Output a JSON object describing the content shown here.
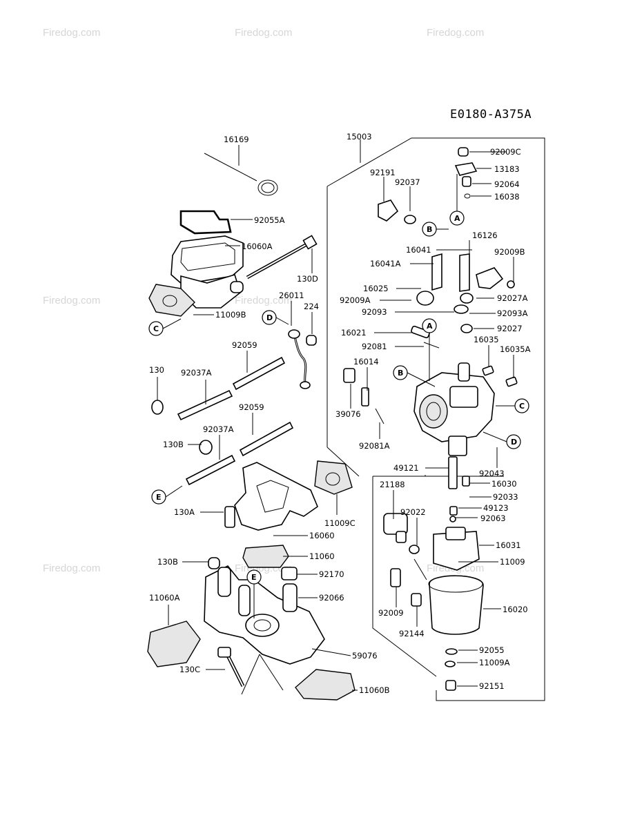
{
  "diagram_code": "E0180-A375A",
  "watermark": "Firedog.com",
  "parts": [
    {
      "id": "p16169",
      "label": "16169"
    },
    {
      "id": "p15003",
      "label": "15003"
    },
    {
      "id": "p92191",
      "label": "92191"
    },
    {
      "id": "p92037",
      "label": "92037"
    },
    {
      "id": "p92009C",
      "label": "92009C"
    },
    {
      "id": "p13183",
      "label": "13183"
    },
    {
      "id": "p92064",
      "label": "92064"
    },
    {
      "id": "p16038",
      "label": "16038"
    },
    {
      "id": "p92055A",
      "label": "92055A"
    },
    {
      "id": "p16060A",
      "label": "16060A"
    },
    {
      "id": "p130D",
      "label": "130D"
    },
    {
      "id": "p16126",
      "label": "16126"
    },
    {
      "id": "p16041",
      "label": "16041"
    },
    {
      "id": "p92009B",
      "label": "92009B"
    },
    {
      "id": "p16041A",
      "label": "16041A"
    },
    {
      "id": "p16025",
      "label": "16025"
    },
    {
      "id": "p92009A",
      "label": "92009A"
    },
    {
      "id": "p92027A",
      "label": "92027A"
    },
    {
      "id": "p26011",
      "label": "26011"
    },
    {
      "id": "p224",
      "label": "224"
    },
    {
      "id": "p11009B",
      "label": "11009B"
    },
    {
      "id": "p92093",
      "label": "92093"
    },
    {
      "id": "p92093A",
      "label": "92093A"
    },
    {
      "id": "p92027",
      "label": "92027"
    },
    {
      "id": "p16021",
      "label": "16021"
    },
    {
      "id": "p16035",
      "label": "16035"
    },
    {
      "id": "p92081",
      "label": "92081"
    },
    {
      "id": "p16035A",
      "label": "16035A"
    },
    {
      "id": "p92059a",
      "label": "92059"
    },
    {
      "id": "p16014",
      "label": "16014"
    },
    {
      "id": "p130",
      "label": "130"
    },
    {
      "id": "p92037Aa",
      "label": "92037A"
    },
    {
      "id": "p39076",
      "label": "39076"
    },
    {
      "id": "p92059b",
      "label": "92059"
    },
    {
      "id": "p92037Ab",
      "label": "92037A"
    },
    {
      "id": "p130B",
      "label": "130B"
    },
    {
      "id": "p92081A",
      "label": "92081A"
    },
    {
      "id": "p49121",
      "label": "49121"
    },
    {
      "id": "p92043",
      "label": "92043"
    },
    {
      "id": "p16030",
      "label": "16030"
    },
    {
      "id": "p21188",
      "label": "21188"
    },
    {
      "id": "p92033",
      "label": "92033"
    },
    {
      "id": "p11009C",
      "label": "11009C"
    },
    {
      "id": "p130A",
      "label": "130A"
    },
    {
      "id": "p92022",
      "label": "92022"
    },
    {
      "id": "p49123",
      "label": "49123"
    },
    {
      "id": "p92063",
      "label": "92063"
    },
    {
      "id": "p16060",
      "label": "16060"
    },
    {
      "id": "p16031",
      "label": "16031"
    },
    {
      "id": "p11009",
      "label": "11009"
    },
    {
      "id": "p11060",
      "label": "11060"
    },
    {
      "id": "p130Bb",
      "label": "130B"
    },
    {
      "id": "p92170",
      "label": "92170"
    },
    {
      "id": "p11060A",
      "label": "11060A"
    },
    {
      "id": "p92066",
      "label": "92066"
    },
    {
      "id": "p16020",
      "label": "16020"
    },
    {
      "id": "p92009",
      "label": "92009"
    },
    {
      "id": "p92144",
      "label": "92144"
    },
    {
      "id": "p92055",
      "label": "92055"
    },
    {
      "id": "p59076",
      "label": "59076"
    },
    {
      "id": "p11009A",
      "label": "11009A"
    },
    {
      "id": "p130C",
      "label": "130C"
    },
    {
      "id": "p11060B",
      "label": "11060B"
    },
    {
      "id": "p92151",
      "label": "92151"
    }
  ],
  "callouts": [
    "A",
    "B",
    "C",
    "D",
    "E"
  ]
}
